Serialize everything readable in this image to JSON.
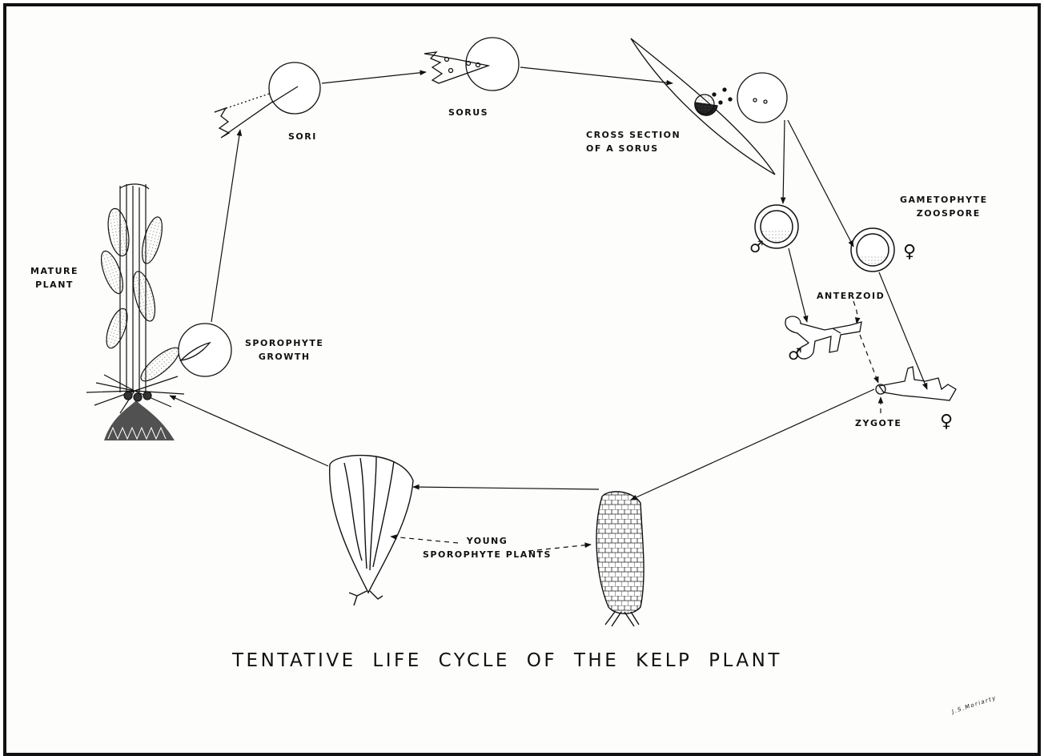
{
  "title": "TENTATIVE  LIFE  CYCLE  OF  THE  KELP  PLANT",
  "labels": {
    "sori": "SORI",
    "sorus": "SORUS",
    "cross_section_1": "CROSS  SECTION",
    "cross_section_2": "OF  A  SORUS",
    "gametophyte_1": "GAMETOPHYTE",
    "gametophyte_2": "ZOOSPORE",
    "mature_1": "MATURE",
    "mature_2": "PLANT",
    "sporophyte_growth_1": "SPOROPHYTE",
    "sporophyte_growth_2": "GROWTH",
    "anterzoid": "ANTERZOID",
    "zygote": "ZYGOTE",
    "young_1": "YOUNG",
    "young_2": "SPOROPHYTE   PLANTS"
  },
  "symbols": {
    "male": "♂",
    "female": "♀"
  },
  "signature": "J.S.Moriarty"
}
